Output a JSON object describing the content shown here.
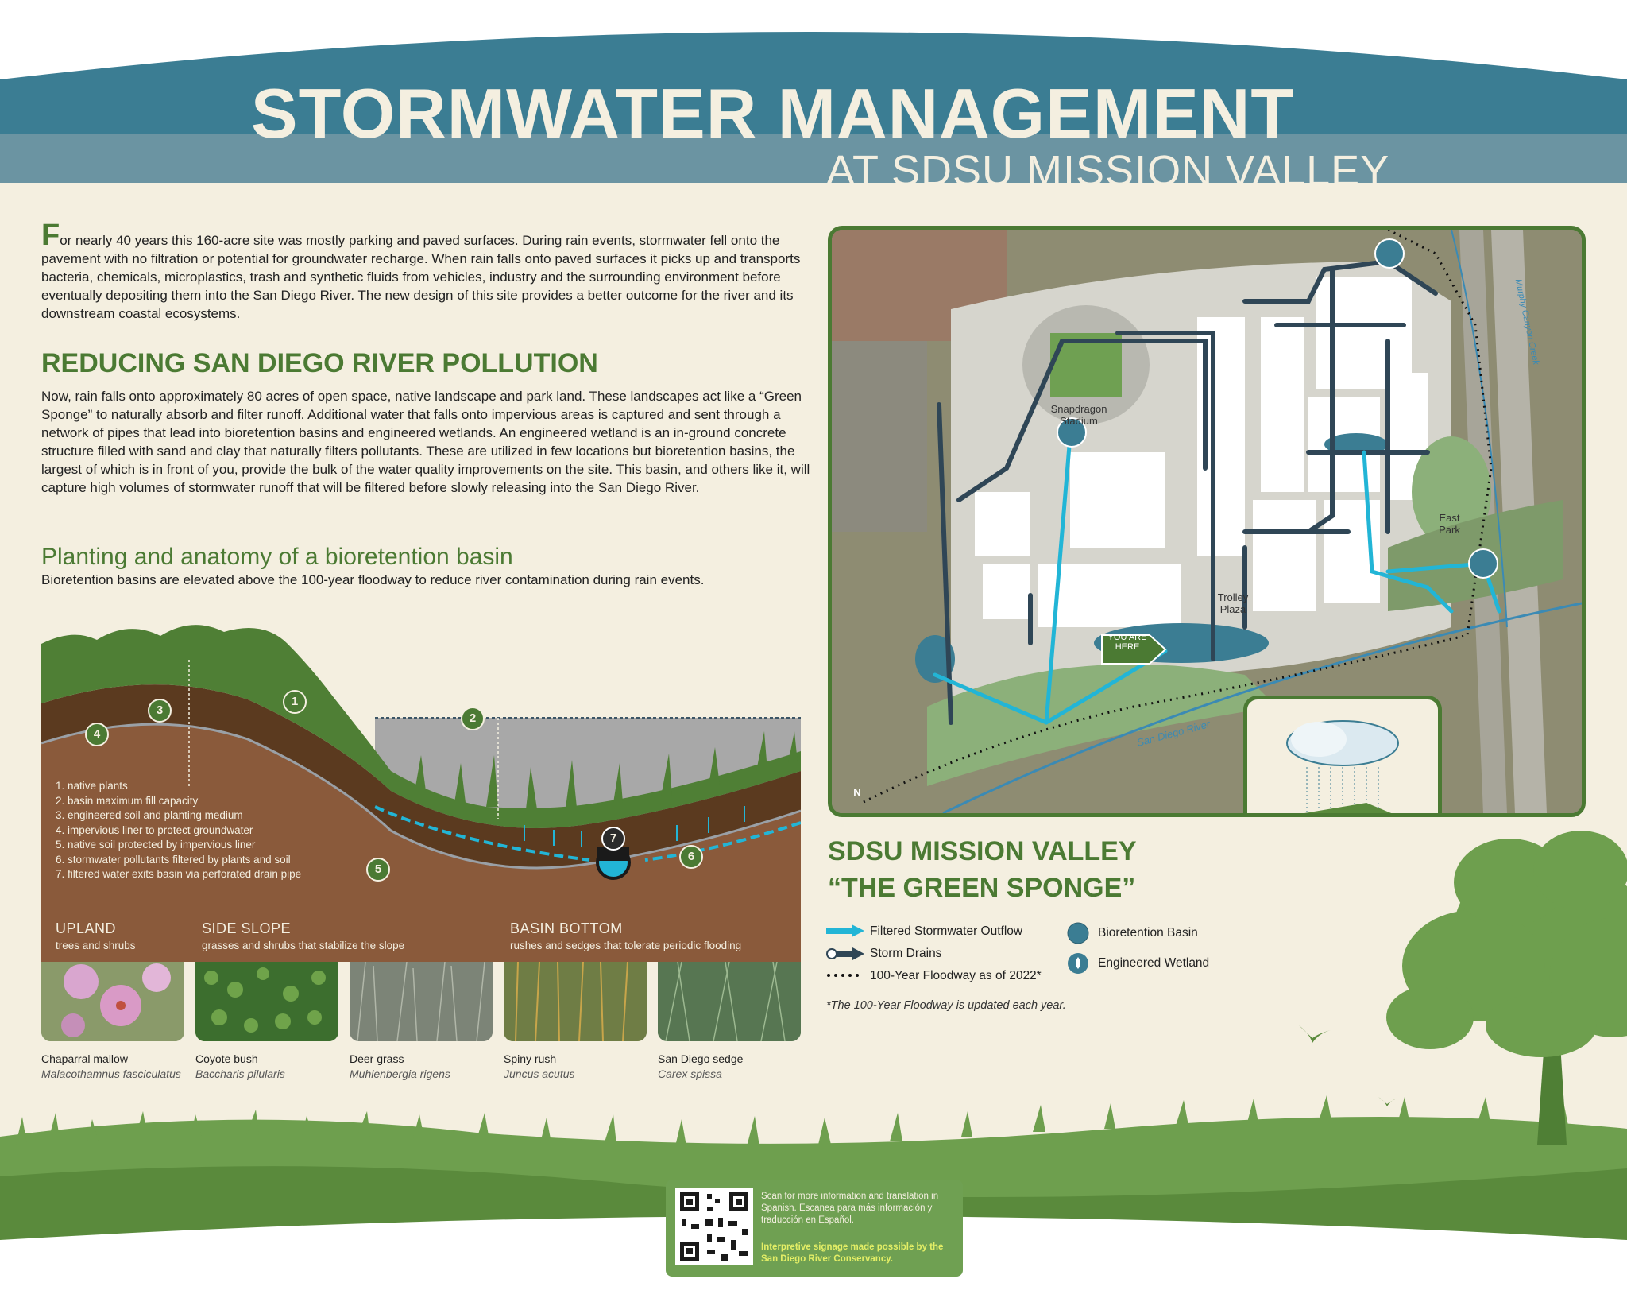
{
  "header": {
    "title": "STORMWATER MANAGEMENT",
    "subtitle": "AT SDSU MISSION VALLEY"
  },
  "intro": {
    "drop_cap": "F",
    "text": "or nearly 40 years this 160-acre site was mostly parking and paved surfaces. During rain events, stormwater fell onto the pavement with no filtration or potential for groundwater recharge. When rain falls onto paved surfaces it picks up and transports bacteria, chemicals, microplastics, trash and synthetic fluids from vehicles, industry and the surrounding environment before eventually depositing them into the San Diego River. The new design of this site provides a better outcome for the river and its downstream coastal ecosystems."
  },
  "section_pollution": {
    "heading": "REDUCING SAN DIEGO RIVER POLLUTION",
    "body": "Now, rain falls onto approximately 80 acres of open space, native landscape and park land. These landscapes act like a “Green Sponge” to naturally absorb and filter runoff. Additional water that falls onto impervious areas is captured and sent through a network of pipes that lead into bioretention basins and engineered wetlands. An engineered wetland is an in-ground concrete structure filled with sand and clay that naturally filters pollutants. These are utilized in few locations but bioretention basins, the largest of which is in front of you, provide the bulk of the water quality improvements on the site. This basin, and others like it, will capture high volumes of stormwater runoff that will be filtered before slowly releasing into the San Diego River."
  },
  "section_anatomy": {
    "heading": "Planting and anatomy of a bioretention basin",
    "body": "Bioretention basins are elevated above the 100-year floodway to reduce river contamination during rain events."
  },
  "diagram": {
    "legend": [
      "1.  native plants",
      "2. basin maximum fill capacity",
      "3. engineered soil and planting medium",
      "4. impervious liner to protect groundwater",
      "5. native soil protected by impervious liner",
      "6. stormwater pollutants filtered by plants and soil",
      "7. filtered water exits basin via perforated drain pipe"
    ],
    "markers": [
      "1",
      "2",
      "3",
      "4",
      "5",
      "6",
      "7"
    ],
    "zones": [
      {
        "title": "UPLAND",
        "subtitle": "trees and shrubs"
      },
      {
        "title": "SIDE SLOPE",
        "subtitle": "grasses and shrubs that stabilize the slope"
      },
      {
        "title": "BASIN BOTTOM",
        "subtitle": "rushes and sedges that tolerate periodic flooding"
      }
    ]
  },
  "plants": [
    {
      "name": "Chaparral mallow",
      "latin": "Malacothamnus fasciculatus"
    },
    {
      "name": "Coyote bush",
      "latin": "Baccharis pilularis"
    },
    {
      "name": "Deer grass",
      "latin": "Muhlenbergia rigens"
    },
    {
      "name": "Spiny rush",
      "latin": "Juncus acutus"
    },
    {
      "name": "San Diego sedge",
      "latin": "Carex spissa"
    }
  ],
  "map": {
    "labels": {
      "stadium": "Snapdragon Stadium",
      "east_park": "East Park",
      "trolley_plaza": "Trolley Plaza",
      "you_are_here": "YOU ARE HERE",
      "river": "San Diego River",
      "creek": "Murphy Canyon Creek",
      "north": "N"
    }
  },
  "map_legend": {
    "title_line1": "SDSU MISSION VALLEY",
    "title_line2": "“THE GREEN SPONGE”",
    "items": {
      "outflow": "Filtered Stormwater Outflow",
      "drains": "Storm Drains",
      "floodway": "100-Year Floodway as of 2022*",
      "basin": "Bioretention Basin",
      "wetland": "Engineered Wetland"
    },
    "note": "*The 100-Year Floodway is updated each year."
  },
  "footer": {
    "qr_text": "Scan for more information and translation in Spanish. Escanea para más información y traducción en Español.",
    "credit": "Interpretive signage made possible by the San Diego River Conservancy."
  },
  "colors": {
    "header_teal": "#3b7d93",
    "band_teal": "#6b94a2",
    "cream": "#f4efe0",
    "green": "#4b7a33",
    "soil": "#8a5a3b",
    "pipe_dark": "#2f4656",
    "outflow_cyan": "#22b5d6"
  }
}
